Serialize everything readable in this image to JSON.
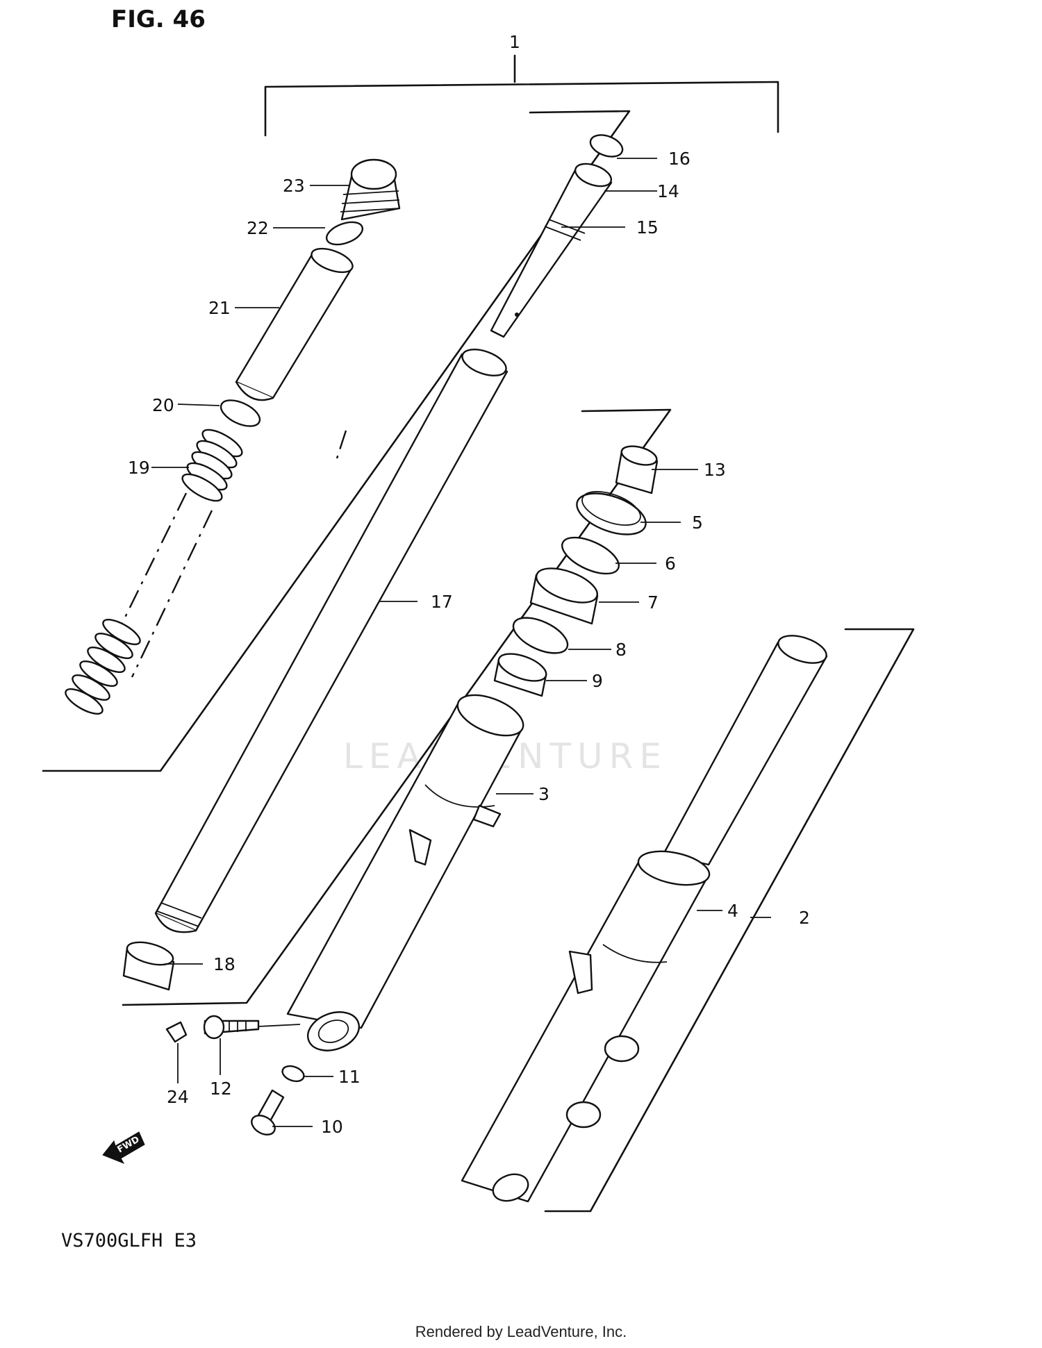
{
  "figure": {
    "title": "FIG. 46",
    "model": "VS700GLFH  E3"
  },
  "watermark": "LEADVENTURE",
  "fwd_label": "FWD",
  "callouts": [
    {
      "id": "1",
      "label": "1"
    },
    {
      "id": "2",
      "label": "2"
    },
    {
      "id": "3",
      "label": "3"
    },
    {
      "id": "4",
      "label": "4"
    },
    {
      "id": "5",
      "label": "5"
    },
    {
      "id": "6",
      "label": "6"
    },
    {
      "id": "7",
      "label": "7"
    },
    {
      "id": "8",
      "label": "8"
    },
    {
      "id": "9",
      "label": "9"
    },
    {
      "id": "10",
      "label": "10"
    },
    {
      "id": "11",
      "label": "11"
    },
    {
      "id": "12",
      "label": "12"
    },
    {
      "id": "13",
      "label": "13"
    },
    {
      "id": "14",
      "label": "14"
    },
    {
      "id": "15",
      "label": "15"
    },
    {
      "id": "16",
      "label": "16"
    },
    {
      "id": "17",
      "label": "17"
    },
    {
      "id": "18",
      "label": "18"
    },
    {
      "id": "19",
      "label": "19"
    },
    {
      "id": "20",
      "label": "20"
    },
    {
      "id": "21",
      "label": "21"
    },
    {
      "id": "22",
      "label": "22"
    },
    {
      "id": "23",
      "label": "23"
    },
    {
      "id": "24",
      "label": "24"
    }
  ],
  "footer": {
    "credit": "Rendered by LeadVenture, Inc."
  }
}
